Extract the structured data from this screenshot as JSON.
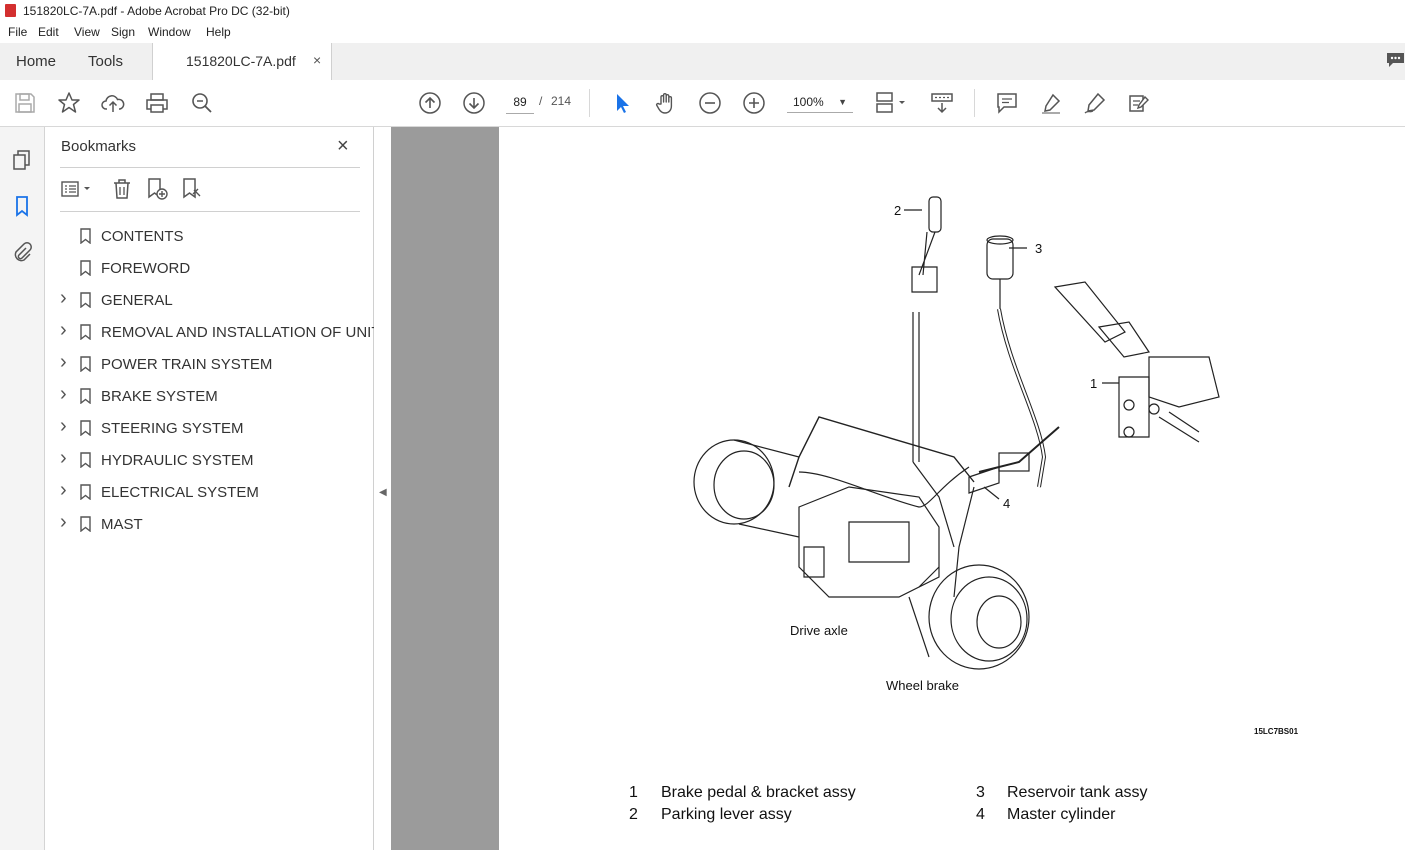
{
  "window": {
    "title": "151820LC-7A.pdf - Adobe Acrobat Pro DC (32-bit)"
  },
  "menu": [
    "File",
    "Edit",
    "View",
    "Sign",
    "Window",
    "Help"
  ],
  "tabs": {
    "home": "Home",
    "tools": "Tools",
    "document": "151820LC-7A.pdf",
    "close_glyph": "×"
  },
  "toolbar": {
    "page_current": "89",
    "page_separator": "/",
    "page_total": "214",
    "zoom": "100%"
  },
  "bookmarks": {
    "header": "Bookmarks",
    "close_glyph": "×",
    "items": [
      {
        "label": "CONTENTS",
        "expandable": false
      },
      {
        "label": "FOREWORD",
        "expandable": false
      },
      {
        "label": "GENERAL",
        "expandable": true
      },
      {
        "label": "REMOVAL AND INSTALLATION OF UNIT",
        "expandable": true
      },
      {
        "label": "POWER TRAIN SYSTEM",
        "expandable": true
      },
      {
        "label": "BRAKE SYSTEM",
        "expandable": true
      },
      {
        "label": "STEERING SYSTEM",
        "expandable": true
      },
      {
        "label": "HYDRAULIC SYSTEM",
        "expandable": true
      },
      {
        "label": "ELECTRICAL SYSTEM",
        "expandable": true
      },
      {
        "label": "MAST",
        "expandable": true
      }
    ]
  },
  "document": {
    "callouts": [
      "1",
      "2",
      "3",
      "4"
    ],
    "caption_drive_axle": "Drive axle",
    "caption_wheel_brake": "Wheel brake",
    "figure_code": "15LC7BS01",
    "legend": [
      {
        "num": "1",
        "text": "Brake pedal & bracket assy"
      },
      {
        "num": "2",
        "text": "Parking lever assy"
      },
      {
        "num": "3",
        "text": "Reservoir tank assy"
      },
      {
        "num": "4",
        "text": "Master cylinder"
      }
    ]
  }
}
